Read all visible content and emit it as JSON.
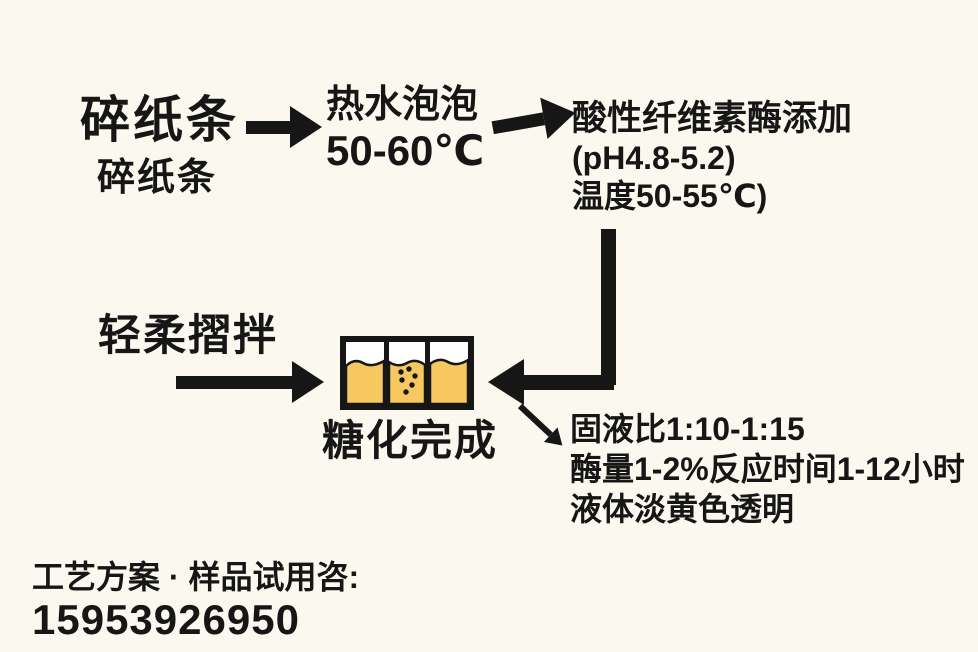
{
  "palette": {
    "background": "#FBF9EF",
    "ink": "#161616",
    "liquid": "#F6C85F"
  },
  "diagram": {
    "step_shred": {
      "title": "碎纸条",
      "subtitle": "碎纸条"
    },
    "step_soak": {
      "title": "热水泡泡",
      "temp": "50-60℃"
    },
    "step_enzyme": {
      "title": "酸性纤维素酶添加",
      "ph": "(pH4.8-5.2)",
      "temp": "温度50-55℃)"
    },
    "step_stir": {
      "title": "轻柔摺拌"
    },
    "result": {
      "caption": "糖化完成",
      "icon": "fermentation-tray-icon"
    },
    "notes": {
      "line1": "固液比1:10-1:15",
      "line2": "酶量1-2%反应时间1-12小时",
      "line3": "液体淡黄色透明"
    }
  },
  "footer": {
    "line1": "工艺方案 · 样品试用咨:",
    "phone": "15953926950"
  }
}
